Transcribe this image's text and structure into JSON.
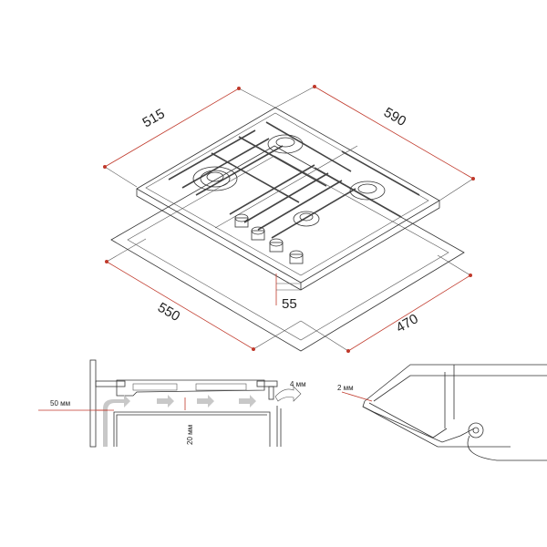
{
  "dimensions": {
    "depth": "515",
    "width": "590",
    "cutout_width": "550",
    "cutout_depth": "470",
    "front_offset": "55"
  },
  "installation": {
    "side_gap": "50 мм",
    "air_gap": "20 мм",
    "rear_gap": "4 мм",
    "seal": "2 мм"
  },
  "colors": {
    "dimension": "#c0392b",
    "line": "#333333",
    "airflow": "#c8c8c8"
  }
}
